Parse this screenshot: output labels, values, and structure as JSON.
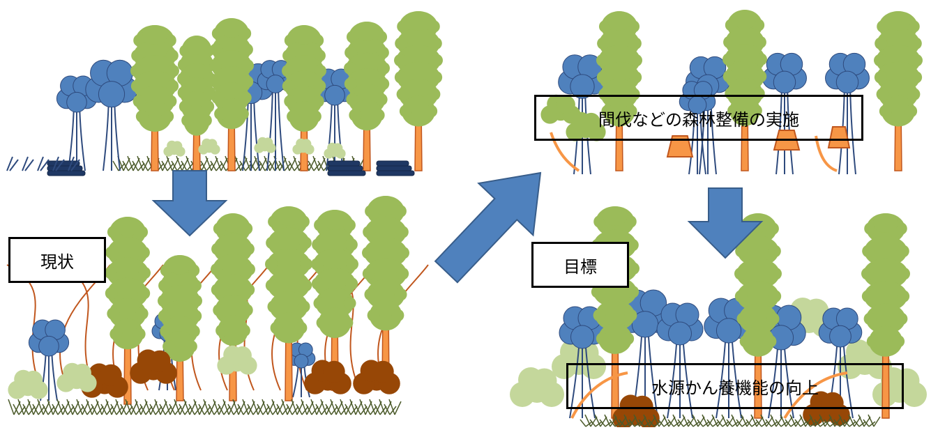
{
  "labels": {
    "current": "現状",
    "action": "間伐などの森林整備の実施",
    "goal": "目標",
    "result": "水源かん養機能の向上"
  },
  "colors": {
    "conifer": "#9bbb59",
    "conifer_dark": "#7f9f45",
    "broadleaf": "#4f81bd",
    "trunk": "#f79646",
    "trunk_dark": "#c0561d",
    "stem": "#2e4a7d",
    "grass": "#4b5a2a",
    "brown_shrub": "#974706",
    "pale_shrub": "#c4d79b",
    "arrow": "#4f81bd",
    "arrow_border": "#385d8a"
  }
}
